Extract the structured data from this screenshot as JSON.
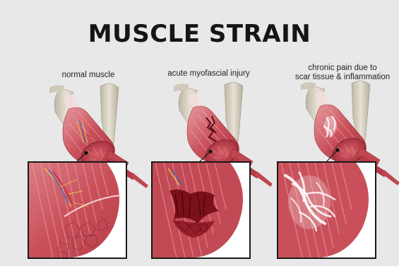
{
  "title": "MUSCLE STRAIN",
  "stages": [
    {
      "label": "normal muscle"
    },
    {
      "label": "acute myofascial injury"
    },
    {
      "label_line1": "chronic pain due to",
      "label_line2": "scar tissue & inflammation"
    }
  ],
  "colors": {
    "background": "#e8e8e8",
    "muscle": "#c9505a",
    "muscle_light": "#e08a90",
    "bone": "#d9d4c4",
    "tendon": "#f0d8d8",
    "tear": "#7a1018",
    "scar": "#ffffff"
  }
}
